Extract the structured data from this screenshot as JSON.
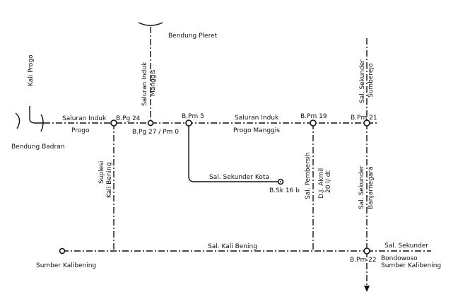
{
  "labels": {
    "kali_progo": "Kali Progo",
    "bendung_badran": "Bendung Badran",
    "bendung_pleret": "Bendung Pleret",
    "saluran_induk_manggis_1": "Saluran Induk",
    "saluran_induk_manggis_2": "Manggis",
    "saluran_induk_progo_1": "Saluran Induk",
    "saluran_induk_progo_2": "Progo",
    "bpg24": "B.Pg 24",
    "bpg27": "B.Pg 27 / Pm 0",
    "bpm5": "B.Pm 5",
    "saluran_induk_pm_1": "Saluran Induk",
    "saluran_induk_pm_2": "Progo Manggis",
    "bpm19": "B.Pm 19",
    "bpm21": "B.Pm 21",
    "sal_sekunder_sumberejo_1": "Sal. Sekunder",
    "sal_sekunder_sumberejo_2": "Sumberejo",
    "suplesi_1": "Suplesi",
    "suplesi_2": "Kali Bening",
    "sal_sekunder_kota": "Sal. Sekunder Kota",
    "bsk16b": "B.Sk 16 b",
    "sal_pembersih": "Sal. Pembersih",
    "dj_akmil_1": "D.J. Akmil",
    "dj_akmil_2": "20 l/ dt",
    "sal_sekunder_banjar_1": "Sal. Sekunder",
    "sal_sekunder_banjar_2": "Banjarnegara",
    "sal_kali_bening": "Sal. Kali Bening",
    "sumber_kalibening": "Sumber Kalibening",
    "bpm22": "B.Pm 22",
    "sal_sekunder_bw_1": "Sal. Sekunder",
    "sal_sekunder_bw_2": "Bondowoso",
    "sal_sekunder_bw_3": "Sumber Kalibening"
  }
}
